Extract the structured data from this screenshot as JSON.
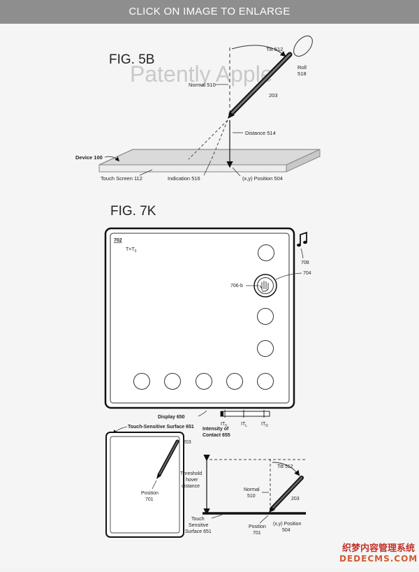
{
  "header": {
    "enlarge_label": "CLICK ON IMAGE TO ENLARGE"
  },
  "watermark": {
    "text": "Patently Apple"
  },
  "fig5b": {
    "title": "FIG. 5B",
    "tilt": "Tilt 512",
    "roll": "Roll",
    "roll_num": "518",
    "normal": "Normal 510",
    "stylus_num": "203",
    "distance": "Distance 514",
    "device": "Device 100",
    "touch_screen": "Touch Screen 112",
    "indication": "Indication 516",
    "position": "(x,y) Position 504"
  },
  "fig7k": {
    "title": "FIG. 7K",
    "screen_ref": "702",
    "time": "T=T",
    "time_sub": "0",
    "music_ref": "708",
    "hand_ref": "706-b",
    "highlight_ref": "704",
    "display": "Display 650",
    "intensity_line1": "Intensity of",
    "intensity_line2": "Contact 655",
    "it0": "IT",
    "it0_sub": "0",
    "itl": "IT",
    "itl_sub": "L",
    "itd": "IT",
    "itd_sub": "D",
    "touch_surface_title": "Touch-Sensitive Surface 651",
    "stylus_num": "203",
    "position_label": "Position",
    "position_num": "701",
    "threshold_line1": "Threshold",
    "threshold_line2": "hover",
    "threshold_line3": "distance",
    "tilt": "Tilt 512",
    "normal": "Normal",
    "normal_num": "510",
    "side_stylus_num": "203",
    "surface_line1": "Touch",
    "surface_line2": "Sensitive",
    "surface_line3": "Surface 651",
    "side_position": "Position",
    "side_position_num": "701",
    "side_xy": "(x,y) Position",
    "side_xy_num": "504"
  },
  "footer": {
    "site_cn": "织梦内容管理系统",
    "site_en": "DEDECMS.COM"
  }
}
